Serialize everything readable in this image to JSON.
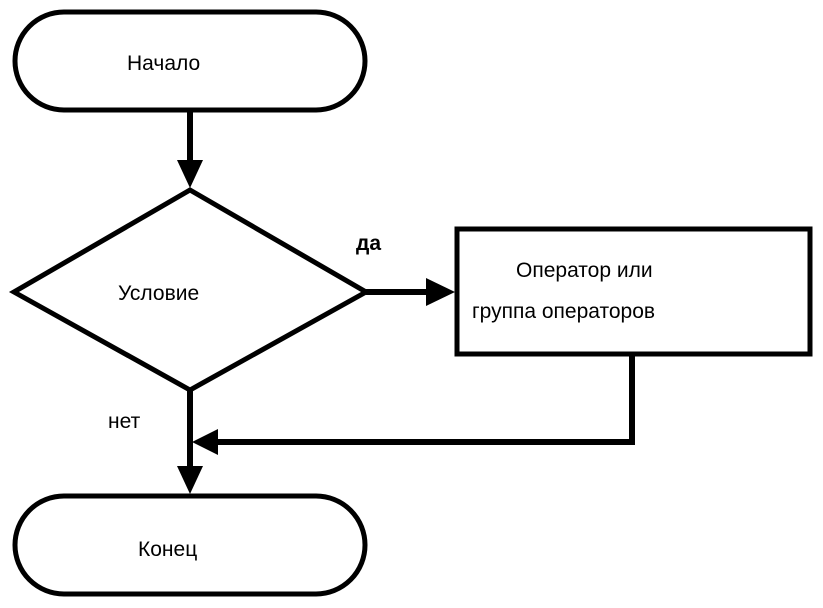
{
  "nodes": {
    "start": "Начало",
    "condition": "Условие",
    "operator_line1": "Оператор или",
    "operator_line2": "группа операторов",
    "end": "Конец"
  },
  "edges": {
    "yes": "да",
    "no": "нет"
  }
}
